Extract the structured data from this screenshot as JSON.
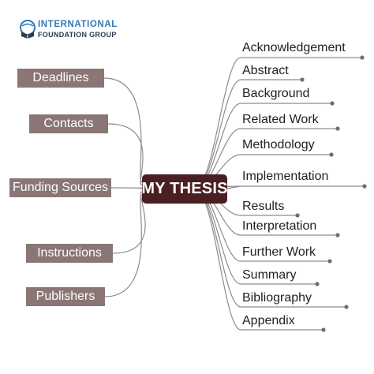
{
  "brand": {
    "line1": "INTERNATIONAL",
    "line2": "FOUNDATION GROUP",
    "logo_icon": "book-globe-icon",
    "colors": {
      "line1": "#2f79b8",
      "line2": "#2f3b52"
    }
  },
  "center": {
    "label": "MY THESIS",
    "color": "#4a1f24"
  },
  "left_nodes": [
    {
      "label": "Deadlines"
    },
    {
      "label": "Contacts"
    },
    {
      "label": "Funding Sources"
    },
    {
      "label": "Instructions"
    },
    {
      "label": "Publishers"
    }
  ],
  "right_nodes": [
    {
      "label": "Acknowledgement"
    },
    {
      "label": "Abstract"
    },
    {
      "label": "Background"
    },
    {
      "label": "Related Work"
    },
    {
      "label": "Methodology"
    },
    {
      "label": "Implementation"
    },
    {
      "label": "Results"
    },
    {
      "label": "Interpretation"
    },
    {
      "label": "Further Work"
    },
    {
      "label": "Summary"
    },
    {
      "label": "Bibliography"
    },
    {
      "label": "Appendix"
    }
  ],
  "colors": {
    "node": "#8b7676",
    "line": "#8c8c8c",
    "dot": "#7a6a6a"
  }
}
